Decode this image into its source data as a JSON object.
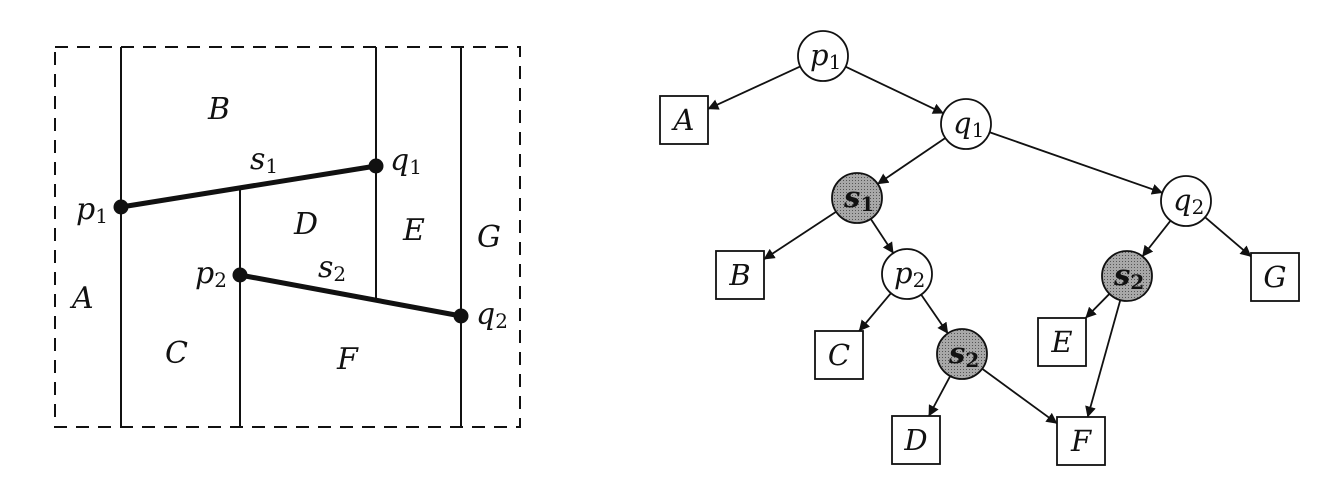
{
  "colors": {
    "ink": "#111111",
    "segment_node_fill": "#9a9a9a",
    "point_node_fill": "#ffffff"
  },
  "decomposition": {
    "regions": {
      "A": "A",
      "B": "B",
      "C": "C",
      "D": "D",
      "E": "E",
      "F": "F",
      "G": "G"
    },
    "points": {
      "p1": {
        "letter": "p",
        "index": "1"
      },
      "p2": {
        "letter": "p",
        "index": "2"
      },
      "q1": {
        "letter": "q",
        "index": "1"
      },
      "q2": {
        "letter": "q",
        "index": "2"
      }
    },
    "segments": {
      "s1": {
        "letter": "s",
        "index": "1"
      },
      "s2": {
        "letter": "s",
        "index": "2"
      }
    }
  },
  "search_tree": {
    "nodes": {
      "p1": {
        "letter": "p",
        "index": "1",
        "kind": "point"
      },
      "q1": {
        "letter": "q",
        "index": "1",
        "kind": "point"
      },
      "s1": {
        "letter": "s",
        "index": "1",
        "kind": "segment"
      },
      "q2": {
        "letter": "q",
        "index": "2",
        "kind": "point"
      },
      "p2": {
        "letter": "p",
        "index": "2",
        "kind": "point"
      },
      "s2a": {
        "letter": "s",
        "index": "2",
        "kind": "segment"
      },
      "s2b": {
        "letter": "s",
        "index": "2",
        "kind": "segment"
      }
    },
    "leaves": {
      "A": "A",
      "B": "B",
      "C": "C",
      "D": "D",
      "E": "E",
      "F": "F",
      "G": "G"
    },
    "edges": [
      [
        "p1",
        "A"
      ],
      [
        "p1",
        "q1"
      ],
      [
        "q1",
        "s1"
      ],
      [
        "q1",
        "q2"
      ],
      [
        "s1",
        "B"
      ],
      [
        "s1",
        "p2"
      ],
      [
        "p2",
        "C"
      ],
      [
        "p2",
        "s2b"
      ],
      [
        "s2b",
        "D"
      ],
      [
        "s2b",
        "F"
      ],
      [
        "q2",
        "s2a"
      ],
      [
        "q2",
        "G"
      ],
      [
        "s2a",
        "E"
      ],
      [
        "s2a",
        "F"
      ]
    ]
  }
}
